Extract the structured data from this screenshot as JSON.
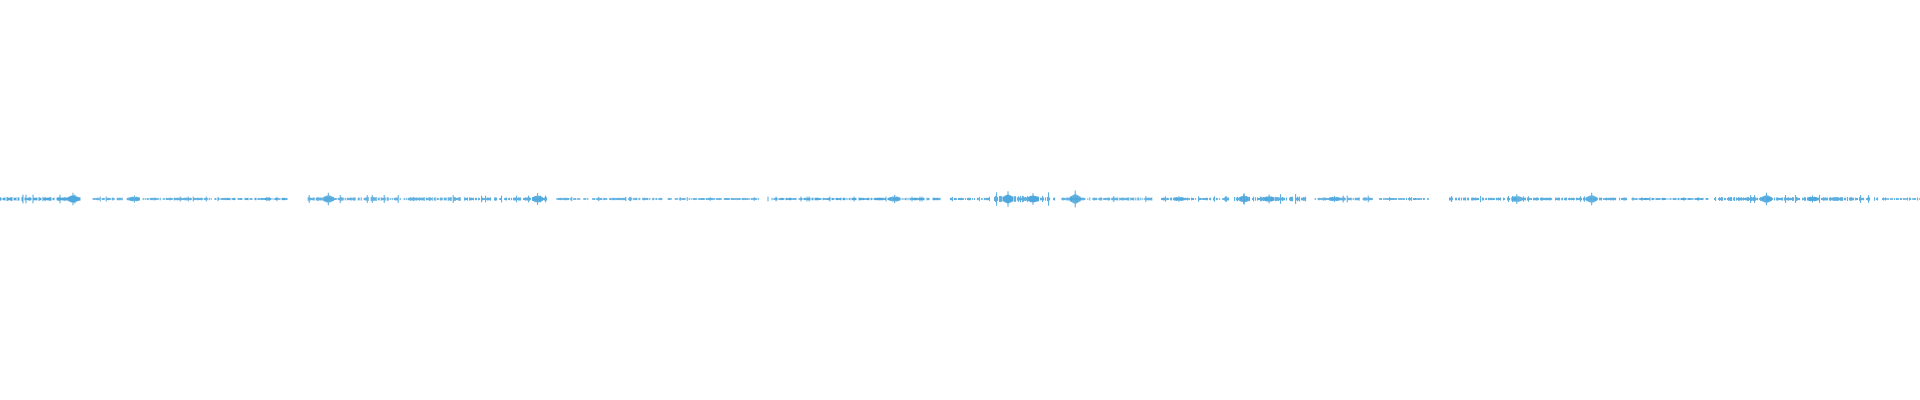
{
  "waveform": {
    "color": "#4fa8dd",
    "segments": [
      {
        "start": 0.0,
        "end": 0.042,
        "amp": 0.25
      },
      {
        "start": 0.048,
        "end": 0.11,
        "amp": 0.12
      },
      {
        "start": 0.112,
        "end": 0.15,
        "amp": 0.1
      },
      {
        "start": 0.16,
        "end": 0.24,
        "amp": 0.22
      },
      {
        "start": 0.242,
        "end": 0.285,
        "amp": 0.18
      },
      {
        "start": 0.29,
        "end": 0.345,
        "amp": 0.1
      },
      {
        "start": 0.348,
        "end": 0.395,
        "amp": 0.08
      },
      {
        "start": 0.4,
        "end": 0.49,
        "amp": 0.12
      },
      {
        "start": 0.495,
        "end": 0.516,
        "amp": 0.1
      },
      {
        "start": 0.518,
        "end": 0.55,
        "amp": 0.4
      },
      {
        "start": 0.553,
        "end": 0.6,
        "amp": 0.15
      },
      {
        "start": 0.605,
        "end": 0.64,
        "amp": 0.14
      },
      {
        "start": 0.643,
        "end": 0.68,
        "amp": 0.28
      },
      {
        "start": 0.685,
        "end": 0.715,
        "amp": 0.18
      },
      {
        "start": 0.718,
        "end": 0.745,
        "amp": 0.08
      },
      {
        "start": 0.755,
        "end": 0.79,
        "amp": 0.16
      },
      {
        "start": 0.793,
        "end": 0.848,
        "amp": 0.14
      },
      {
        "start": 0.85,
        "end": 0.89,
        "amp": 0.08
      },
      {
        "start": 0.893,
        "end": 0.978,
        "amp": 0.22
      },
      {
        "start": 0.98,
        "end": 1.0,
        "amp": 0.06
      }
    ],
    "spikes": [
      {
        "pos": 0.038,
        "amp": 0.45
      },
      {
        "pos": 0.07,
        "amp": 0.25
      },
      {
        "pos": 0.171,
        "amp": 0.45
      },
      {
        "pos": 0.28,
        "amp": 0.42
      },
      {
        "pos": 0.466,
        "amp": 0.3
      },
      {
        "pos": 0.525,
        "amp": 0.55
      },
      {
        "pos": 0.538,
        "amp": 0.42
      },
      {
        "pos": 0.56,
        "amp": 0.6
      },
      {
        "pos": 0.614,
        "amp": 0.2
      },
      {
        "pos": 0.648,
        "amp": 0.4
      },
      {
        "pos": 0.661,
        "amp": 0.32
      },
      {
        "pos": 0.695,
        "amp": 0.22
      },
      {
        "pos": 0.79,
        "amp": 0.35
      },
      {
        "pos": 0.829,
        "amp": 0.45
      },
      {
        "pos": 0.92,
        "amp": 0.45
      },
      {
        "pos": 0.944,
        "amp": 0.25
      }
    ]
  }
}
